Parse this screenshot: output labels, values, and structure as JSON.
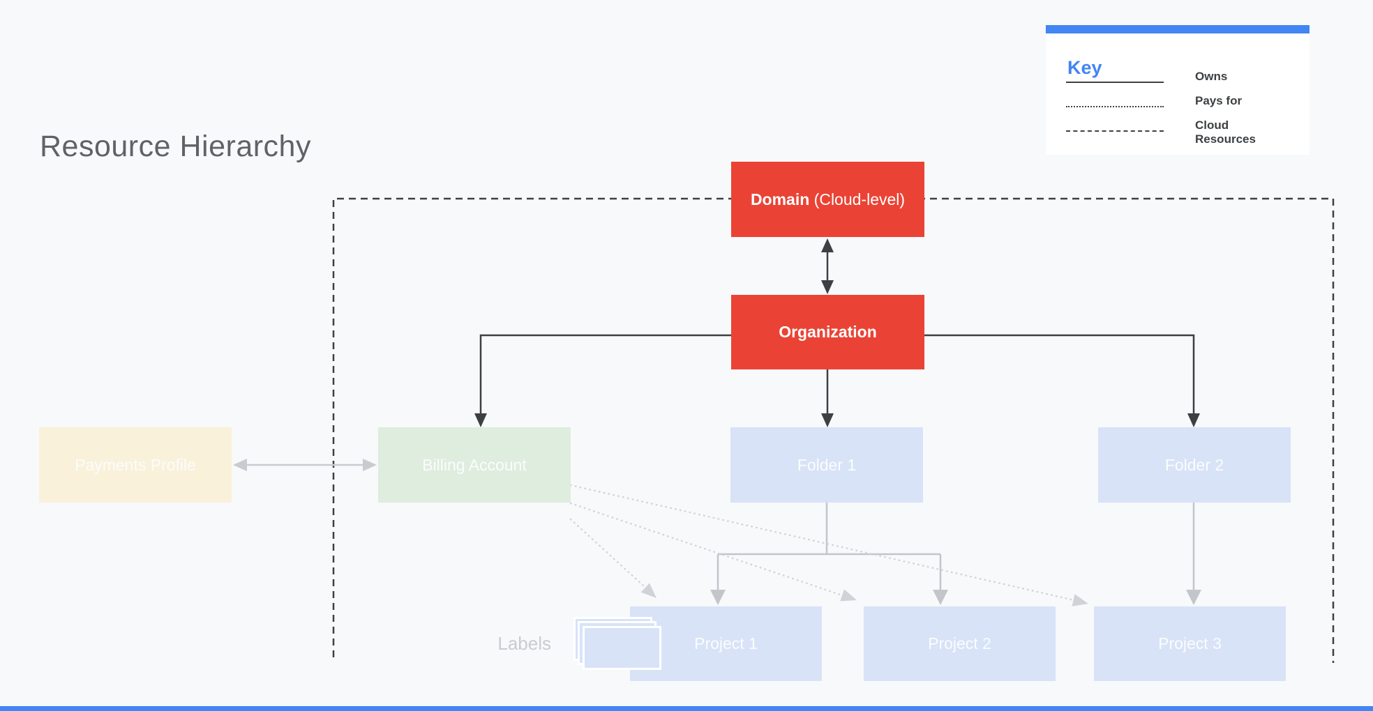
{
  "title": "Resource Hierarchy",
  "key": {
    "heading": "Key",
    "items": [
      {
        "style": "solid",
        "label": "Owns"
      },
      {
        "style": "dotted",
        "label": "Pays for"
      },
      {
        "style": "dashed",
        "label": "Cloud Resources"
      }
    ]
  },
  "nodes": {
    "domain_bold": "Domain",
    "domain_rest": " (Cloud-level)",
    "organization": "Organization",
    "payments_profile": "Payments Profile",
    "billing_account": "Billing Account",
    "folder1": "Folder 1",
    "folder2": "Folder 2",
    "project1": "Project 1",
    "project2": "Project 2",
    "project3": "Project 3",
    "labels_caption": "Labels"
  },
  "edges": [
    {
      "from": "Domain",
      "to": "Organization",
      "type": "owns",
      "bidirectional": true
    },
    {
      "from": "Organization",
      "to": "Billing Account",
      "type": "owns"
    },
    {
      "from": "Organization",
      "to": "Folder 1",
      "type": "owns"
    },
    {
      "from": "Organization",
      "to": "Folder 2",
      "type": "owns"
    },
    {
      "from": "Payments Profile",
      "to": "Billing Account",
      "type": "owns",
      "bidirectional": true
    },
    {
      "from": "Folder 1",
      "to": "Project 1",
      "type": "owns"
    },
    {
      "from": "Folder 1",
      "to": "Project 2",
      "type": "owns"
    },
    {
      "from": "Folder 2",
      "to": "Project 3",
      "type": "owns"
    },
    {
      "from": "Billing Account",
      "to": "Project 1",
      "type": "pays-for"
    },
    {
      "from": "Billing Account",
      "to": "Project 2",
      "type": "pays-for"
    },
    {
      "from": "Billing Account",
      "to": "Project 3",
      "type": "pays-for"
    },
    {
      "boundary": "Cloud Resources",
      "type": "dashed-region"
    }
  ],
  "colors": {
    "background": "#F8F9FA",
    "red": "#EA4335",
    "light_blue": "#D8E3F8",
    "light_green": "#DEEDDE",
    "cream": "#FAF1DA",
    "accent_blue": "#4285F4",
    "dark_line": "#3C4043",
    "gray_line": "#C2C6CA",
    "title_gray": "#5F6368"
  }
}
